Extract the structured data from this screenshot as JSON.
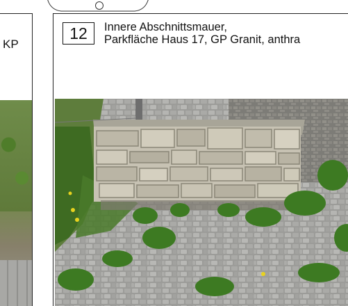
{
  "left_sheet": {
    "label": "KP"
  },
  "main_sheet": {
    "number": "12",
    "title_line1": "Innere Abschnittsmauer,",
    "title_line2": "Parkfläche Haus 17, GP Granit, anthra"
  },
  "colors": {
    "border": "#222222",
    "stone": "#b3ad9f",
    "grass": "#4f7d2a",
    "pavement": "#a9a9a6"
  }
}
